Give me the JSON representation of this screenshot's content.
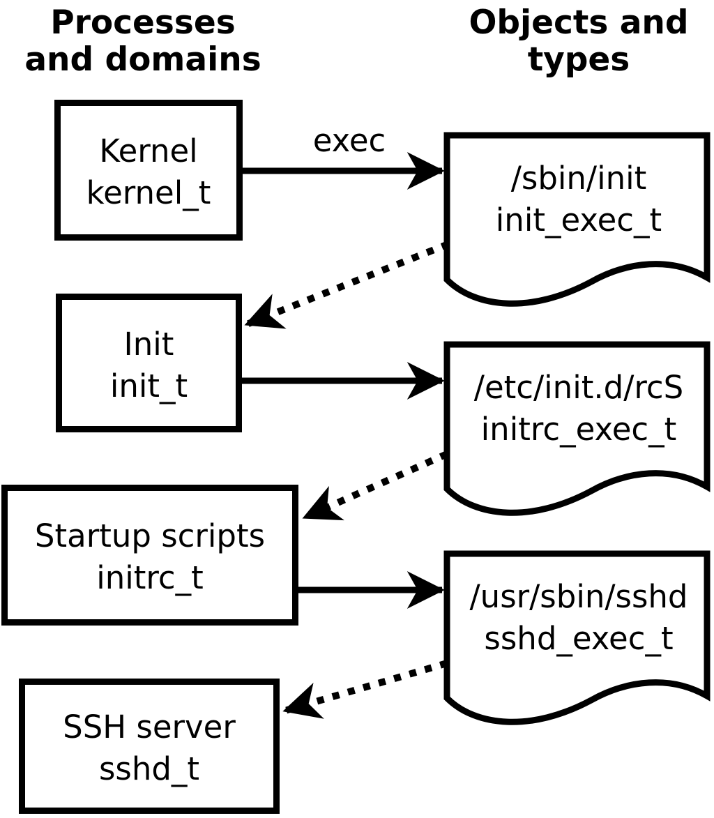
{
  "headers": {
    "left": {
      "line1": "Processes",
      "line2": "and domains"
    },
    "right": {
      "line1": "Objects and",
      "line2": "types"
    }
  },
  "arrow_labels": {
    "exec": "exec"
  },
  "processes": [
    {
      "name": "Kernel",
      "domain": "kernel_t"
    },
    {
      "name": "Init",
      "domain": "init_t"
    },
    {
      "name": "Startup scripts",
      "domain": "initrc_t"
    },
    {
      "name": "SSH server",
      "domain": "sshd_t"
    }
  ],
  "objects": [
    {
      "path": "/sbin/init",
      "type": "init_exec_t"
    },
    {
      "path": "/etc/init.d/rcS",
      "type": "initrc_exec_t"
    },
    {
      "path": "/usr/sbin/sshd",
      "type": "sshd_exec_t"
    }
  ],
  "colors": {
    "foreground": "#000000",
    "background": "#ffffff"
  }
}
